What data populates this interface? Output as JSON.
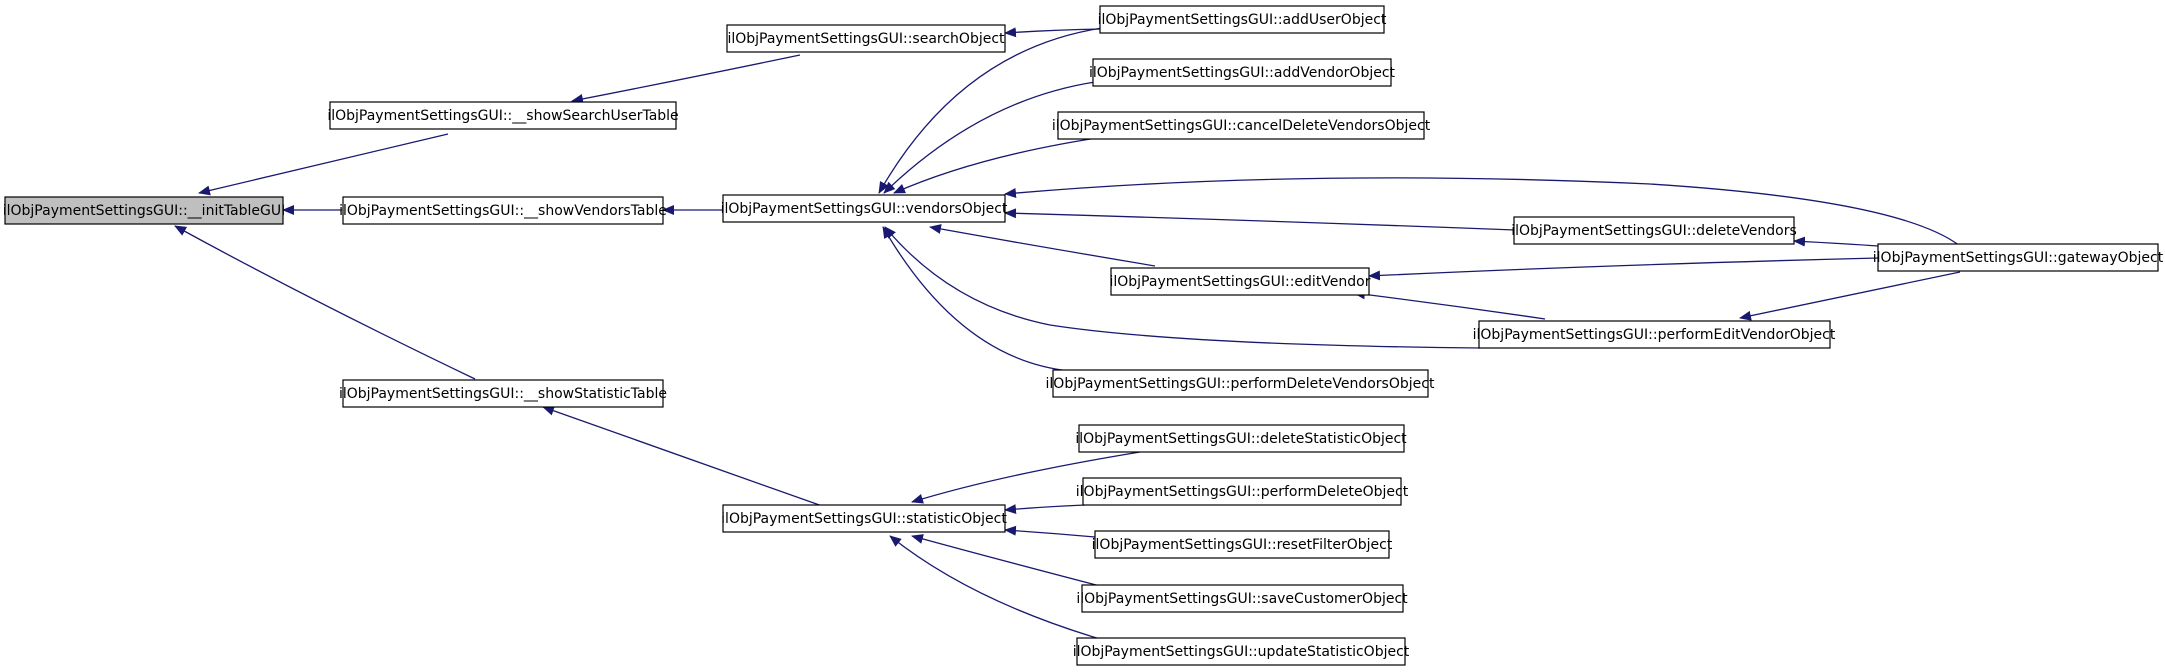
{
  "colors": {
    "edge": "#191970",
    "node_border": "#000000",
    "node_fill": "#ffffff",
    "root_fill": "#bfbfbf"
  },
  "nodes": {
    "initTableGUI": "ilObjPaymentSettingsGUI::__initTableGUI",
    "showSearchUserTable": "ilObjPaymentSettingsGUI::__showSearchUserTable",
    "showVendorsTable": "ilObjPaymentSettingsGUI::__showVendorsTable",
    "showStatisticTable": "ilObjPaymentSettingsGUI::__showStatisticTable",
    "searchObject": "ilObjPaymentSettingsGUI::searchObject",
    "vendorsObject": "ilObjPaymentSettingsGUI::vendorsObject",
    "statisticObject": "ilObjPaymentSettingsGUI::statisticObject",
    "addUserObject": "ilObjPaymentSettingsGUI::addUserObject",
    "addVendorObject": "ilObjPaymentSettingsGUI::addVendorObject",
    "cancelDeleteVendorsObject": "ilObjPaymentSettingsGUI::cancelDeleteVendorsObject",
    "editVendor": "ilObjPaymentSettingsGUI::editVendor",
    "performDeleteVendorsObject": "ilObjPaymentSettingsGUI::performDeleteVendorsObject",
    "deleteVendors": "ilObjPaymentSettingsGUI::deleteVendors",
    "performEditVendorObject": "ilObjPaymentSettingsGUI::performEditVendorObject",
    "gatewayObject": "ilObjPaymentSettingsGUI::gatewayObject",
    "deleteStatisticObject": "ilObjPaymentSettingsGUI::deleteStatisticObject",
    "performDeleteObject": "ilObjPaymentSettingsGUI::performDeleteObject",
    "resetFilterObject": "ilObjPaymentSettingsGUI::resetFilterObject",
    "saveCustomerObject": "ilObjPaymentSettingsGUI::saveCustomerObject",
    "updateStatisticObject": "ilObjPaymentSettingsGUI::updateStatisticObject"
  }
}
